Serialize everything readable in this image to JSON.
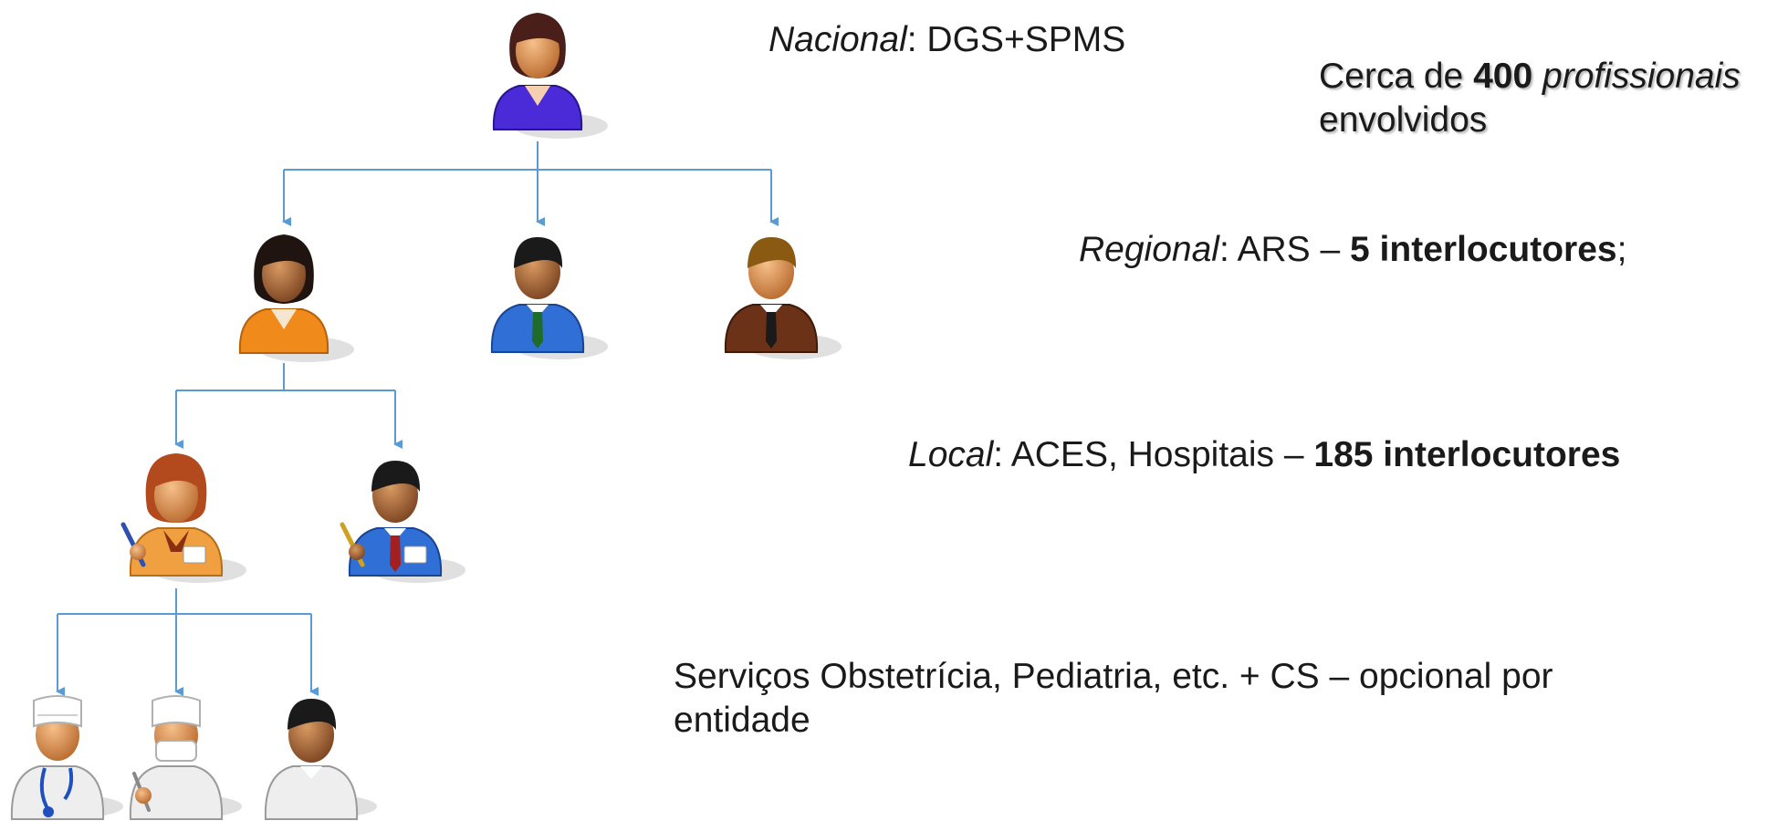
{
  "levels": {
    "nacional": {
      "name": "Nacional",
      "detail": ": DGS+SPMS"
    },
    "regional": {
      "name": "Regional",
      "detail": ": ARS – ",
      "count": "5 interlocutores",
      "suffix": ";"
    },
    "local": {
      "name": "Local",
      "detail": ": ACES, Hospitais – ",
      "count": "185 interlocutores"
    },
    "servicos": {
      "line1": "Serviços Obstetrícia, Pediatria, etc. + CS – opcional por",
      "line2": "entidade"
    }
  },
  "summary": {
    "prefix": "Cerca de ",
    "number": "400",
    "word": "profissionais",
    "line2": "envolvidos"
  },
  "people": [
    {
      "id": "national-woman",
      "icon": "woman-icon",
      "shirt": "#4b2bd8",
      "hair": "#4a1f1a"
    },
    {
      "id": "regional-woman",
      "icon": "woman-icon",
      "shirt": "#f08a1a",
      "hair": "#1f1410"
    },
    {
      "id": "regional-man-blue",
      "icon": "businessman-icon",
      "shirt": "#2f6fd6",
      "hair": "#1a1a1a",
      "tie": "#1e6b2a"
    },
    {
      "id": "regional-man-brown",
      "icon": "businessman-icon",
      "shirt": "#6b3218",
      "hair": "#8a5a12",
      "tie": "#1a1a1a"
    },
    {
      "id": "local-woman-writer",
      "icon": "writer-woman-icon",
      "shirt": "#f0a040",
      "hair": "#b24a1e"
    },
    {
      "id": "local-man-writer",
      "icon": "writer-man-icon",
      "shirt": "#2f6fd6",
      "hair": "#1a1a1a",
      "tie": "#a22020"
    },
    {
      "id": "doctor",
      "icon": "doctor-stethoscope-icon",
      "shirt": "#eeeeee",
      "hair": "#ffffff"
    },
    {
      "id": "surgeon",
      "icon": "surgeon-mask-icon",
      "shirt": "#eeeeee",
      "hair": "#ffffff"
    },
    {
      "id": "staff",
      "icon": "staff-icon",
      "shirt": "#eeeeee",
      "hair": "#1a1a1a"
    }
  ],
  "connector_color": "#5b9bd5"
}
